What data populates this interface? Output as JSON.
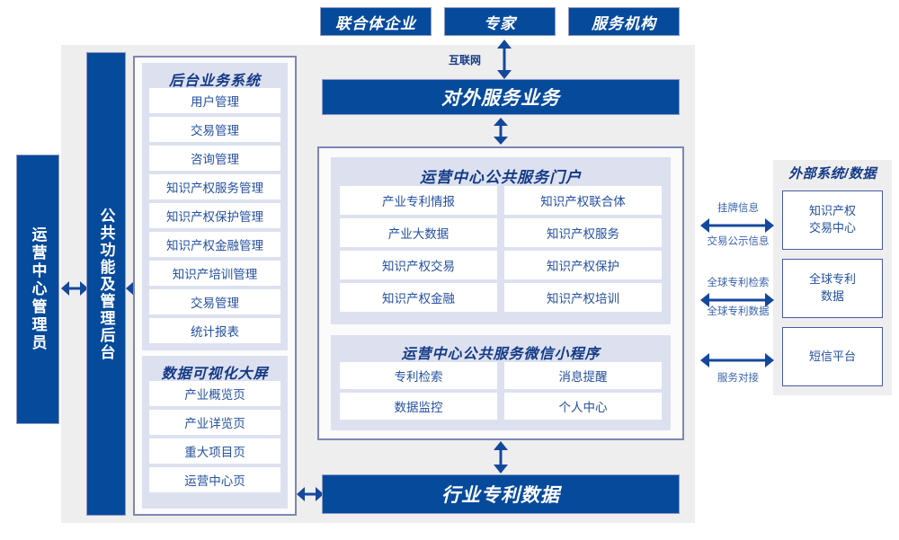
{
  "diagram": {
    "title_colors": {
      "navy": "#064a9c",
      "lavender": "#dde1ef",
      "panel_gray": "#eeeeee",
      "border": "#7d86b4",
      "text_blue": "#25509f"
    },
    "top_actors": [
      {
        "label": "联合体企业"
      },
      {
        "label": "专家"
      },
      {
        "label": "服务机构"
      }
    ],
    "internet_label": "互联网",
    "external_service_bar": "对外服务业务",
    "industry_data_bar": "行业专利数据",
    "left_columns": [
      {
        "label": "运营中心管理员"
      },
      {
        "label": "公共功能及管理后台"
      }
    ],
    "backend_system": {
      "title": "后台业务系统",
      "items": [
        "用户管理",
        "交易管理",
        "咨询管理",
        "知识产权服务管理",
        "知识产权保护管理",
        "知识产权金融管理",
        "知识产培训管理",
        "交易管理",
        "统计报表"
      ]
    },
    "visualization": {
      "title": "数据可视化大屏",
      "items": [
        "产业概览页",
        "产业详览页",
        "重大项目页",
        "运营中心页"
      ]
    },
    "portal": {
      "title": "运营中心公共服务门户",
      "rows": [
        [
          "产业专利情报",
          "知识产权联合体"
        ],
        [
          "产业大数据",
          "知识产权服务"
        ],
        [
          "知识产权交易",
          "知识产权保护"
        ],
        [
          "知识产权金融",
          "知识产权培训"
        ]
      ]
    },
    "miniprogram": {
      "title": "运营中心公共服务微信小程序",
      "rows": [
        [
          "专利检索",
          "消息提醒"
        ],
        [
          "数据监控",
          "个人中心"
        ]
      ]
    },
    "external": {
      "title": "外部系统/数据",
      "systems": [
        {
          "label": "知识产权\n交易中心",
          "line1": "知识产权",
          "line2": "交易中心"
        },
        {
          "label": "全球专利\n数据",
          "line1": "全球专利",
          "line2": "数据"
        },
        {
          "label": "短信平台",
          "line1": "短信平台",
          "line2": ""
        }
      ],
      "connectors": [
        {
          "above": "挂牌信息",
          "below": "交易公示信息"
        },
        {
          "above": "全球专利检索",
          "below": "全球专利数据"
        },
        {
          "above": "",
          "below": "服务对接"
        }
      ]
    }
  }
}
